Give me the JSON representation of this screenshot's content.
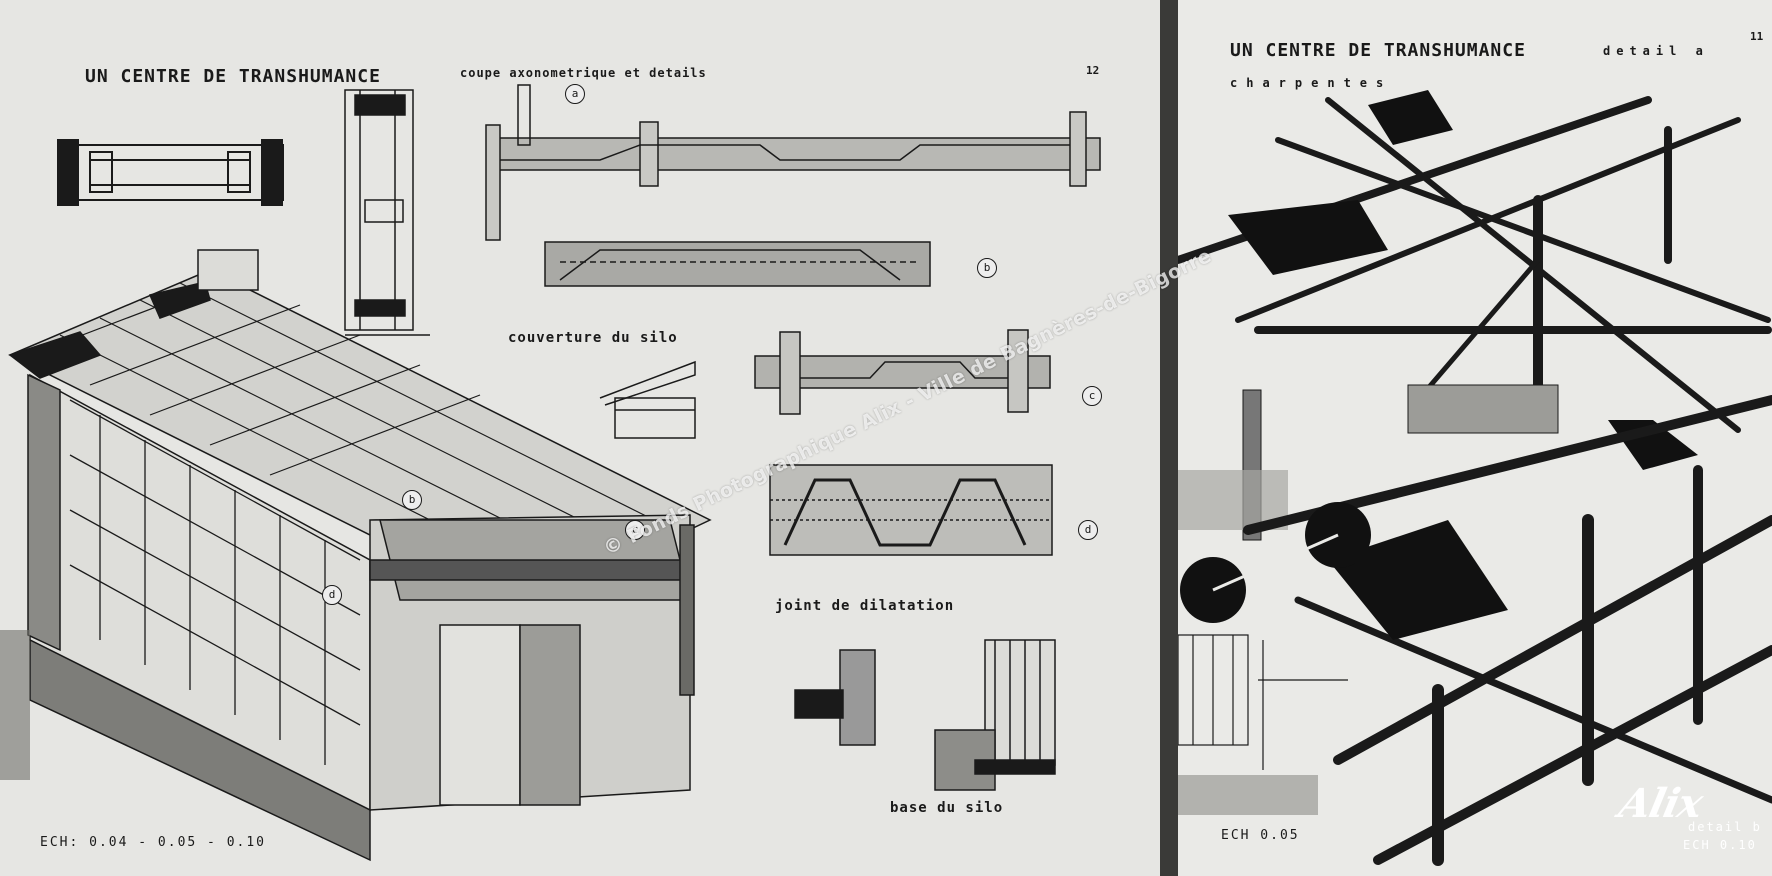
{
  "left_sheet": {
    "title": "UN CENTRE DE TRANSHUMANCE",
    "subtitle": "coupe axonometrique et details",
    "page_number": "12",
    "captions": {
      "couverture": "couverture du silo",
      "joint": "joint de dilatation",
      "base": "base du silo"
    },
    "detail_markers": [
      "a",
      "b",
      "c",
      "d"
    ],
    "scale": "ECH: 0.04 - 0.05 - 0.10"
  },
  "right_sheet": {
    "title": "UN CENTRE DE TRANSHUMANCE",
    "subtitle": "detail a",
    "subtitle_2": "charpentes",
    "page_number": "11",
    "scale_left": "ECH 0.05",
    "scale_right_1": "detail b",
    "scale_right_2": "ECH 0.10"
  },
  "watermark": "© Fonds Photographique Alix - Ville de Bagnères-de-Bigorre",
  "signature": "Alix"
}
